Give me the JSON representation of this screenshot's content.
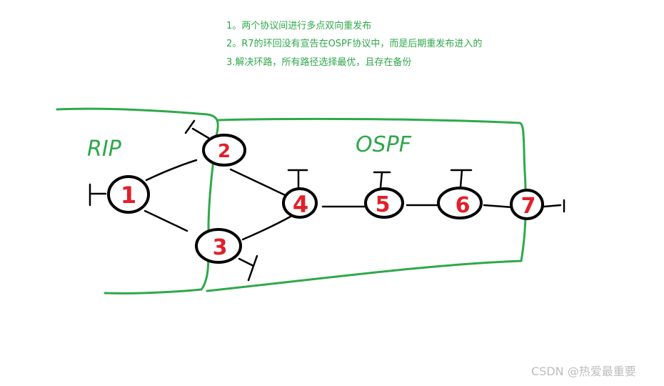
{
  "notes": [
    "1。两个协议间进行多点双向重发布",
    "2。R7的环回没有宣告在OSPF协议中，而是后期重发布进入的",
    "3.解决环路，所有路径选择最优，且存在备份"
  ],
  "zones": {
    "rip": "RIP",
    "ospf": "OSPF"
  },
  "routers": [
    "1",
    "2",
    "3",
    "4",
    "5",
    "6",
    "7"
  ],
  "watermark": "CSDN @热爱最重要",
  "colors": {
    "zone_border": "#2ea84a",
    "note_text": "#2ea84a",
    "node_stroke": "#000000",
    "node_label": "#e0202a",
    "link": "#000000",
    "watermark": "#bdbdbd"
  }
}
